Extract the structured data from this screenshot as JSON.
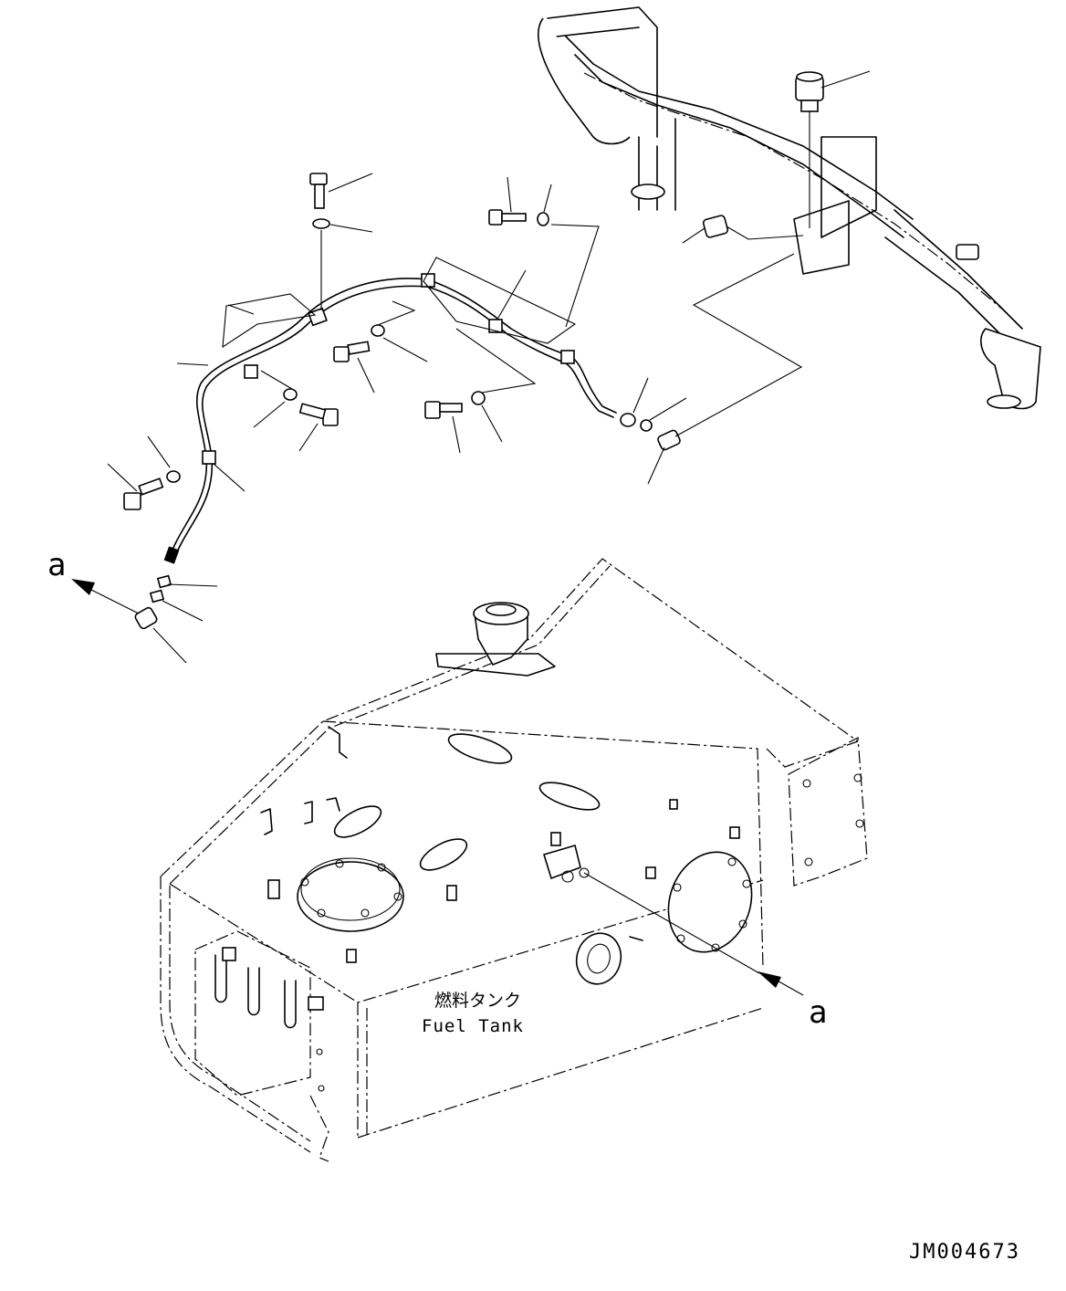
{
  "diagram": {
    "view_label_top": "a",
    "view_label_bottom": "a",
    "tank_label_jp": "燃料タンク",
    "tank_label_en": "Fuel Tank",
    "drawing_id": "JM004673"
  }
}
